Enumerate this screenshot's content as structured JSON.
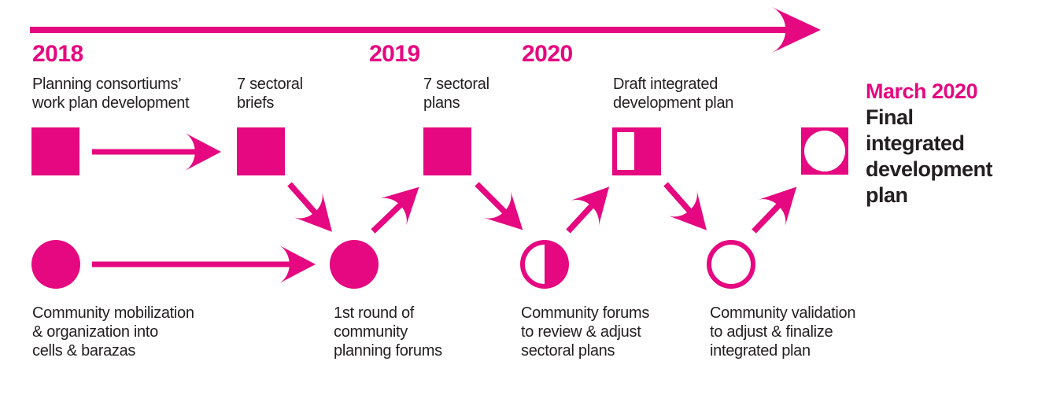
{
  "colors": {
    "pink": "#e50880",
    "text": "#231f20"
  },
  "timeline": {
    "years": [
      {
        "label": "2018"
      },
      {
        "label": "2019"
      },
      {
        "label": "2020"
      }
    ],
    "top_track": [
      {
        "label": "Planning consortiums’\nwork plan development",
        "marker": "square-filled"
      },
      {
        "label": "7 sectoral\nbriefs",
        "marker": "square-filled"
      },
      {
        "label": "7 sectoral\nplans",
        "marker": "square-filled"
      },
      {
        "label": "Draft integrated\ndevelopment plan",
        "marker": "square-half-filled"
      }
    ],
    "bottom_track": [
      {
        "label": "Community mobilization\n& organization into\ncells & barazas",
        "marker": "circle-filled"
      },
      {
        "label": "1st round of\ncommunity\nplanning forums",
        "marker": "circle-filled"
      },
      {
        "label": "Community forums\nto review & adjust\nsectoral plans",
        "marker": "circle-half-filled"
      },
      {
        "label": "Community validation\nto adjust & finalize\nintegrated plan",
        "marker": "circle-outline"
      }
    ],
    "final_milestone": {
      "date": "March 2020",
      "title": "Final\nintegrated\ndevelopment\nplan",
      "marker": "square-with-circle"
    }
  }
}
